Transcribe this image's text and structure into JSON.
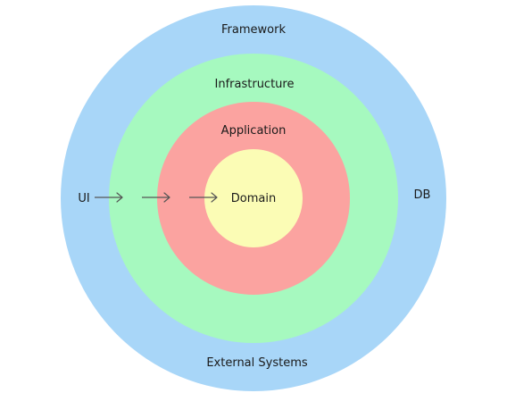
{
  "diagram": {
    "layers": [
      {
        "name": "Framework",
        "color": "#a8d6f8"
      },
      {
        "name": "Infrastructure",
        "color": "#a6f9bf"
      },
      {
        "name": "Application",
        "color": "#fba3a0"
      },
      {
        "name": "Domain",
        "color": "#fbfcb5"
      }
    ],
    "labels": {
      "ui": "UI",
      "db": "DB",
      "external": "External Systems"
    },
    "arrow_color": "#555555"
  }
}
